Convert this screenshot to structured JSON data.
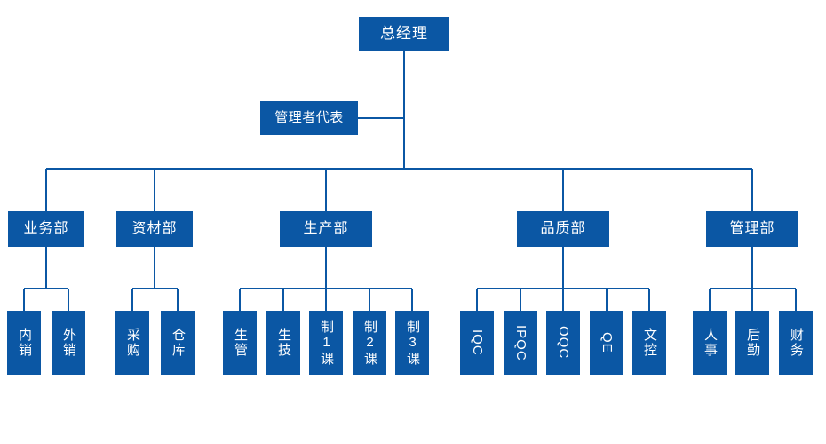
{
  "diagram": {
    "type": "org-chart",
    "box_color": "#0B57A4",
    "line_color": "#0B57A4",
    "text_color": "#FFFFFF",
    "background": "#FFFFFF"
  },
  "nodes": {
    "top": {
      "label": "总经理"
    },
    "representative": {
      "label": "管理者代表"
    },
    "departments": [
      {
        "label": "业务部"
      },
      {
        "label": "资材部"
      },
      {
        "label": "生产部"
      },
      {
        "label": "品质部"
      },
      {
        "label": "管理部"
      }
    ],
    "units": {
      "sales": [
        {
          "label": "内销",
          "script": "cjk"
        },
        {
          "label": "外销",
          "script": "cjk"
        }
      ],
      "materials": [
        {
          "label": "采购",
          "script": "cjk"
        },
        {
          "label": "仓库",
          "script": "cjk"
        }
      ],
      "production": [
        {
          "label": "生管",
          "script": "cjk"
        },
        {
          "label": "生技",
          "script": "cjk"
        },
        {
          "label": "制1课",
          "script": "cjk"
        },
        {
          "label": "制2课",
          "script": "cjk"
        },
        {
          "label": "制3课",
          "script": "cjk"
        }
      ],
      "quality": [
        {
          "label": "IQC",
          "script": "latin"
        },
        {
          "label": "IPQC",
          "script": "latin"
        },
        {
          "label": "OQC",
          "script": "latin"
        },
        {
          "label": "QE",
          "script": "latin"
        },
        {
          "label": "文控",
          "script": "cjk"
        }
      ],
      "administration": [
        {
          "label": "人事",
          "script": "cjk"
        },
        {
          "label": "后勤",
          "script": "cjk"
        },
        {
          "label": "财务",
          "script": "cjk"
        }
      ]
    }
  }
}
